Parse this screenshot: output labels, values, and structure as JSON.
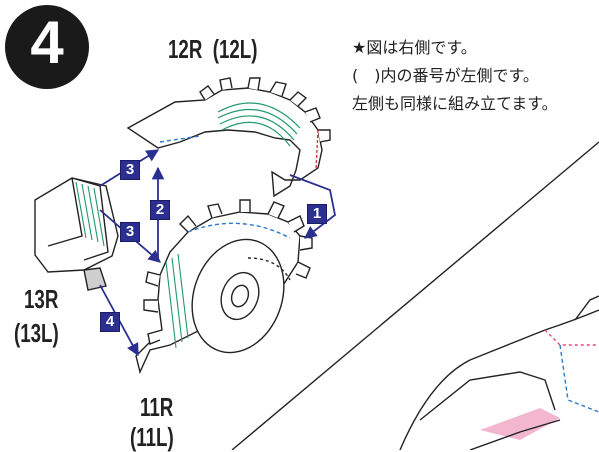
{
  "step": {
    "number": "4"
  },
  "notes": {
    "line1": "★図は右側です。",
    "line2": "(　)内の番号が左側です。",
    "line3": "左側も同様に組み立てます。"
  },
  "parts": {
    "part_12": "12R  (12L)",
    "part_13_r": "13R",
    "part_13_l": "(13L)",
    "part_11_r": "11R",
    "part_11_l": "(11L)"
  },
  "badges": {
    "b1": "1",
    "b2": "2",
    "b3a": "3",
    "b3b": "3",
    "b4": "4"
  },
  "colors": {
    "arrow": "#2b2f8f",
    "badge": "#2b2f8f",
    "glue_line": "#1f9a6a",
    "dash_blue": "#2a7ad0",
    "mark_red": "#d23a3a",
    "pink": "#f2b6cf",
    "fold_dash_pink": "#e0487a"
  },
  "icons": {
    "step_marker": "black-circle-number",
    "note_star": "star"
  }
}
